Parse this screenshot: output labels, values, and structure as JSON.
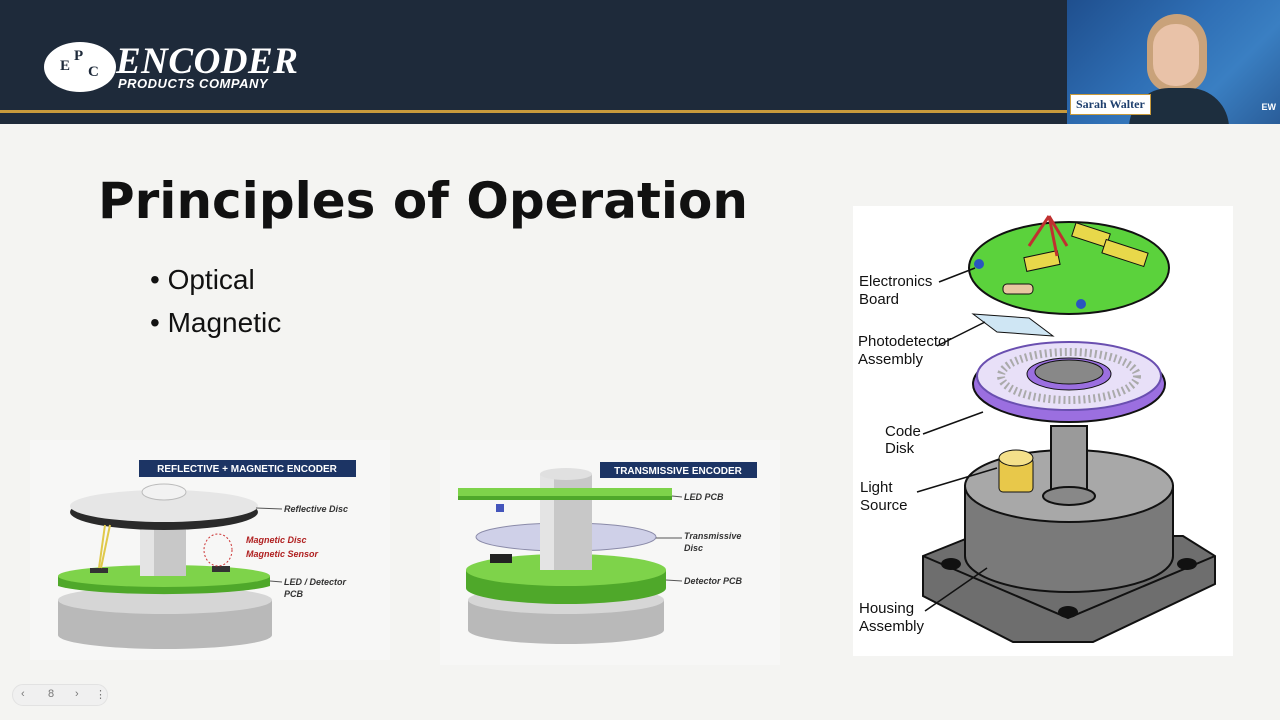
{
  "header": {
    "logo_letters": [
      "E",
      "P",
      "C"
    ],
    "logo_word": "ENCODER",
    "logo_sub": "PRODUCTS COMPANY"
  },
  "video": {
    "presenter_name": "Sarah Walter",
    "corner_mark": "EW"
  },
  "slide": {
    "title": "Principles of Operation",
    "bullets": [
      "• Optical",
      "• Magnetic"
    ]
  },
  "diagram_reflective": {
    "title": "REFLECTIVE + MAGNETIC ENCODER",
    "labels": [
      "Reflective Disc",
      "Magnetic Disc",
      "Magnetic Sensor",
      "LED / Detector",
      "PCB"
    ]
  },
  "diagram_transmissive": {
    "title": "TRANSMISSIVE ENCODER",
    "labels": [
      "LED PCB",
      "Transmissive",
      "Disc",
      "Detector PCB"
    ]
  },
  "diagram_exploded": {
    "labels": [
      "Electronics",
      "Board",
      "Photodetector",
      "Assembly",
      "Code",
      "Disk",
      "Light",
      "Source",
      "Housing",
      "Assembly"
    ]
  },
  "nav": {
    "prev_icon": "chevron-left-icon",
    "page_number": "8",
    "next_icon": "chevron-right-icon",
    "more_icon": "more-vertical-icon"
  },
  "colors": {
    "header_bg": "#1e2a3a",
    "accent_rule": "#c89a3c",
    "pcb_green": "#6ecb3c",
    "disk_purple": "#9b6fe0"
  }
}
